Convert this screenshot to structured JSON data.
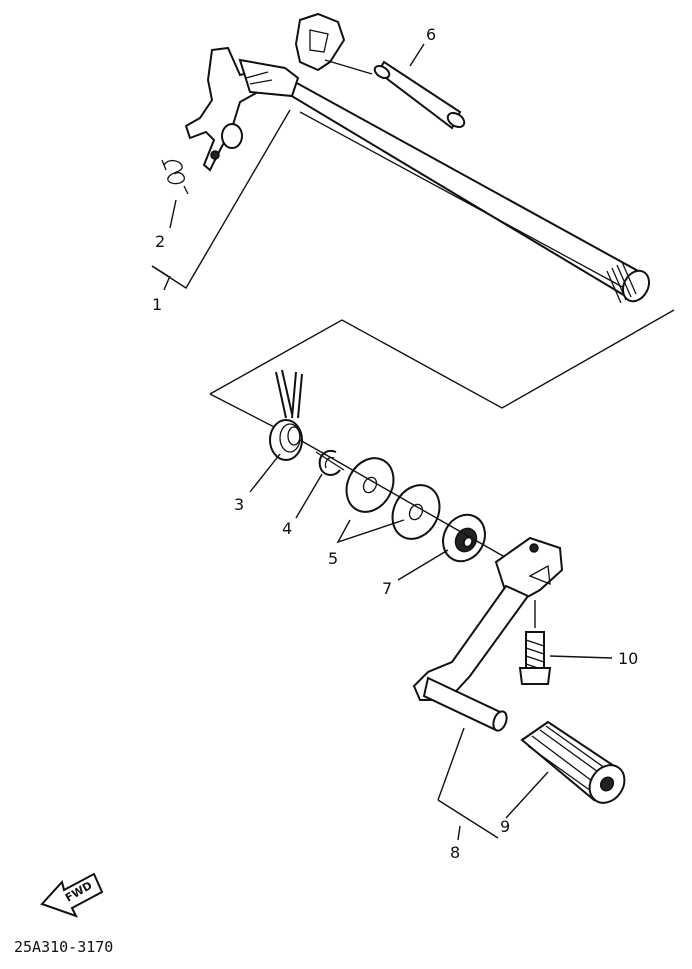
{
  "callouts": {
    "c1": "1",
    "c2": "2",
    "c3": "3",
    "c4": "4",
    "c5": "5",
    "c6": "6",
    "c7": "7",
    "c8": "8",
    "c9": "9",
    "c10": "10"
  },
  "fwd_label": "FWD",
  "drawing_code": "25A310-3170",
  "colors": {
    "ink": "#111111",
    "paper": "#ffffff"
  }
}
